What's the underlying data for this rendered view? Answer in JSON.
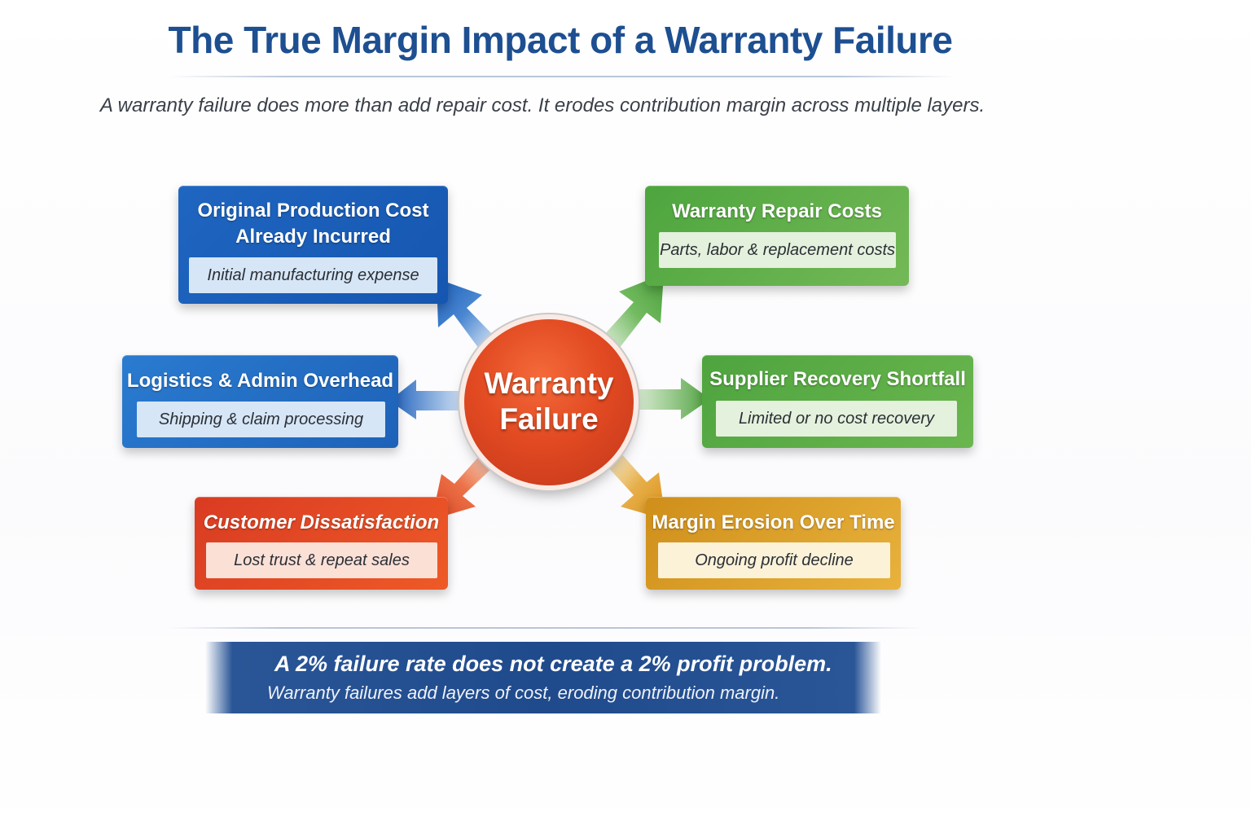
{
  "title": "The True Margin Impact of a Warranty Failure",
  "subtitle": "A warranty failure does more than add repair cost. It erodes contribution margin across multiple layers.",
  "hub": {
    "label_line1": "Warranty",
    "label_line2": "Failure",
    "color": "#e24a22"
  },
  "nodes": {
    "production": {
      "title_line1": "Original Production Cost",
      "title_line2": "Already Incurred",
      "detail": "Initial manufacturing expense",
      "color": "#1a5cb8"
    },
    "logistics": {
      "title": "Logistics & Admin Overhead",
      "detail": "Shipping & claim processing",
      "color": "#2371c8"
    },
    "customer": {
      "title": "Customer Dissatisfaction",
      "detail": "Lost trust & repeat sales",
      "color": "#e04a24"
    },
    "repair": {
      "title": "Warranty Repair Costs",
      "detail": "Parts, labor & replacement costs",
      "color": "#5aaf45"
    },
    "supplier": {
      "title": "Supplier Recovery Shortfall",
      "detail": "Limited or no cost recovery",
      "color": "#58ad44"
    },
    "erosion": {
      "title": "Margin Erosion Over Time",
      "detail": "Ongoing profit decline",
      "color": "#dba12e"
    }
  },
  "footer": {
    "headline": "A 2% failure rate does not create a 2% profit problem.",
    "note": "Warranty failures add layers of cost, eroding contribution margin.",
    "color": "#1f4a8c"
  }
}
